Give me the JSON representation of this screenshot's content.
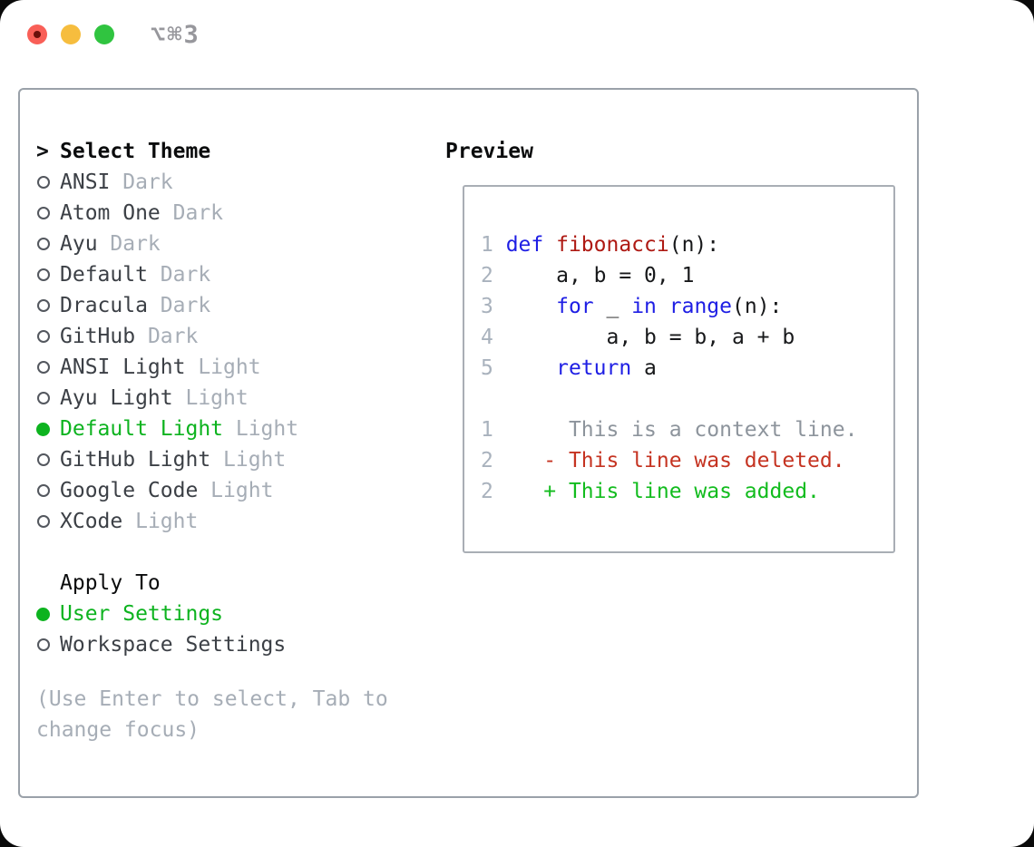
{
  "window": {
    "shortcut_title": "⌥⌘3",
    "traffic_lights": [
      "close-button",
      "minimize-button",
      "zoom-button"
    ]
  },
  "colors": {
    "selected_green": "#0db31f",
    "keyword_blue": "#1e1ee4",
    "function_red": "#ae1913",
    "deleted_red": "#c53321",
    "added_green": "#12bc1e",
    "muted_gray": "#a6adb6",
    "panel_border": "#9aa1a9",
    "traffic_red": "#f95f57",
    "traffic_yellow": "#f6bd3e",
    "traffic_green": "#30c440"
  },
  "theme_list": {
    "cursor": ">",
    "header": "Select Theme",
    "items": [
      {
        "name": "ANSI",
        "variant": "Dark",
        "selected": false
      },
      {
        "name": "Atom One",
        "variant": "Dark",
        "selected": false
      },
      {
        "name": "Ayu",
        "variant": "Dark",
        "selected": false
      },
      {
        "name": "Default",
        "variant": "Dark",
        "selected": false
      },
      {
        "name": "Dracula",
        "variant": "Dark",
        "selected": false
      },
      {
        "name": "GitHub",
        "variant": "Dark",
        "selected": false
      },
      {
        "name": "ANSI Light",
        "variant": "Light",
        "selected": false
      },
      {
        "name": "Ayu Light",
        "variant": "Light",
        "selected": false
      },
      {
        "name": "Default Light",
        "variant": "Light",
        "selected": true
      },
      {
        "name": "GitHub Light",
        "variant": "Light",
        "selected": false
      },
      {
        "name": "Google Code",
        "variant": "Light",
        "selected": false
      },
      {
        "name": "XCode",
        "variant": "Light",
        "selected": false
      }
    ]
  },
  "apply_to": {
    "header": "Apply To",
    "items": [
      {
        "name": "User Settings",
        "selected": true
      },
      {
        "name": "Workspace Settings",
        "selected": false
      }
    ]
  },
  "hint": {
    "text": "(Use Enter to select, Tab to change focus)"
  },
  "preview": {
    "header": "Preview",
    "code_lines": [
      [
        {
          "t": "1 ",
          "c": "n"
        },
        {
          "t": "def ",
          "c": "k"
        },
        {
          "t": "fibonacci",
          "c": "f"
        },
        {
          "t": "(n):",
          "c": "p"
        }
      ],
      [
        {
          "t": "2 ",
          "c": "n"
        },
        {
          "t": "    a, b = 0, 1",
          "c": "p"
        }
      ],
      [
        {
          "t": "3 ",
          "c": "n"
        },
        {
          "t": "    ",
          "c": "p"
        },
        {
          "t": "for",
          "c": "k"
        },
        {
          "t": " _ ",
          "c": "p"
        },
        {
          "t": "in",
          "c": "k"
        },
        {
          "t": " ",
          "c": "p"
        },
        {
          "t": "range",
          "c": "k"
        },
        {
          "t": "(n):",
          "c": "p"
        }
      ],
      [
        {
          "t": "4 ",
          "c": "n"
        },
        {
          "t": "        a, b = b, a + b",
          "c": "p"
        }
      ],
      [
        {
          "t": "5 ",
          "c": "n"
        },
        {
          "t": "    ",
          "c": "p"
        },
        {
          "t": "return",
          "c": "k"
        },
        {
          "t": " a",
          "c": "p"
        }
      ]
    ],
    "diff_lines": [
      [
        {
          "t": "1",
          "c": "n"
        },
        {
          "t": "      This is a context line.",
          "c": "c"
        }
      ],
      [
        {
          "t": "2",
          "c": "n"
        },
        {
          "t": "    - This line was deleted.",
          "c": "d"
        }
      ],
      [
        {
          "t": "2",
          "c": "n"
        },
        {
          "t": "    + This line was added.",
          "c": "a"
        }
      ]
    ]
  }
}
